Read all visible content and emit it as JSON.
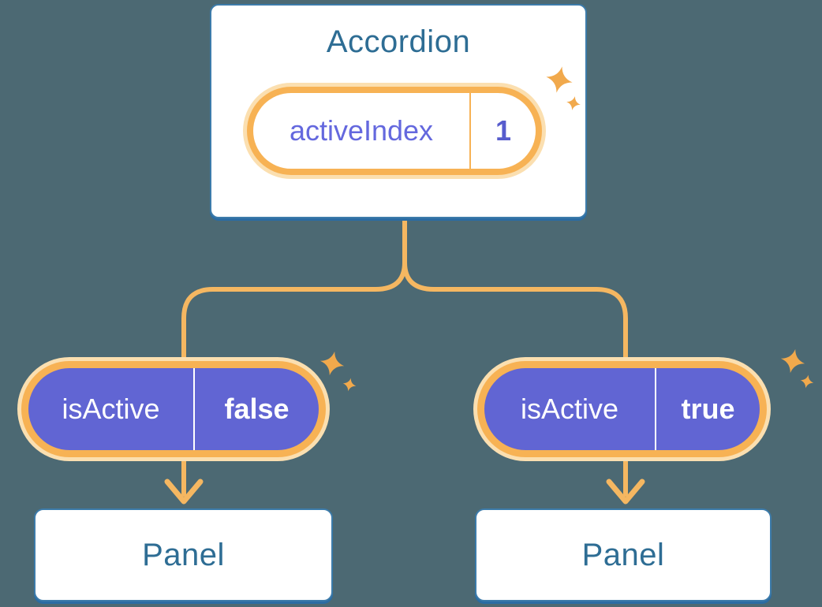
{
  "diagram": {
    "accordion": {
      "title": "Accordion",
      "state": {
        "name": "activeIndex",
        "value": "1"
      }
    },
    "branches": [
      {
        "prop": {
          "name": "isActive",
          "value": "false"
        },
        "panel": {
          "title": "Panel"
        }
      },
      {
        "prop": {
          "name": "isActive",
          "value": "true"
        },
        "panel": {
          "title": "Panel"
        }
      }
    ]
  },
  "icons": {
    "sparkle": "sparkle-icon",
    "arrow": "arrow-down-icon"
  },
  "colors": {
    "background": "#4C6973",
    "card_fill": "#FFFFFF",
    "card_border": "#3C7BAA",
    "card_border_shadow": "#2B6CA3",
    "card_text": "#2E6D94",
    "pill_halo": "#FBDFB0",
    "pill_ring": "#F7B254",
    "state_pill_fill": "#6165D3",
    "prop_name_text": "#6468DE",
    "prop_value_text": "#575CCD",
    "state_text": "#FFFFFF",
    "connector": "#F5B761",
    "sparkle": "#F1A94C"
  }
}
